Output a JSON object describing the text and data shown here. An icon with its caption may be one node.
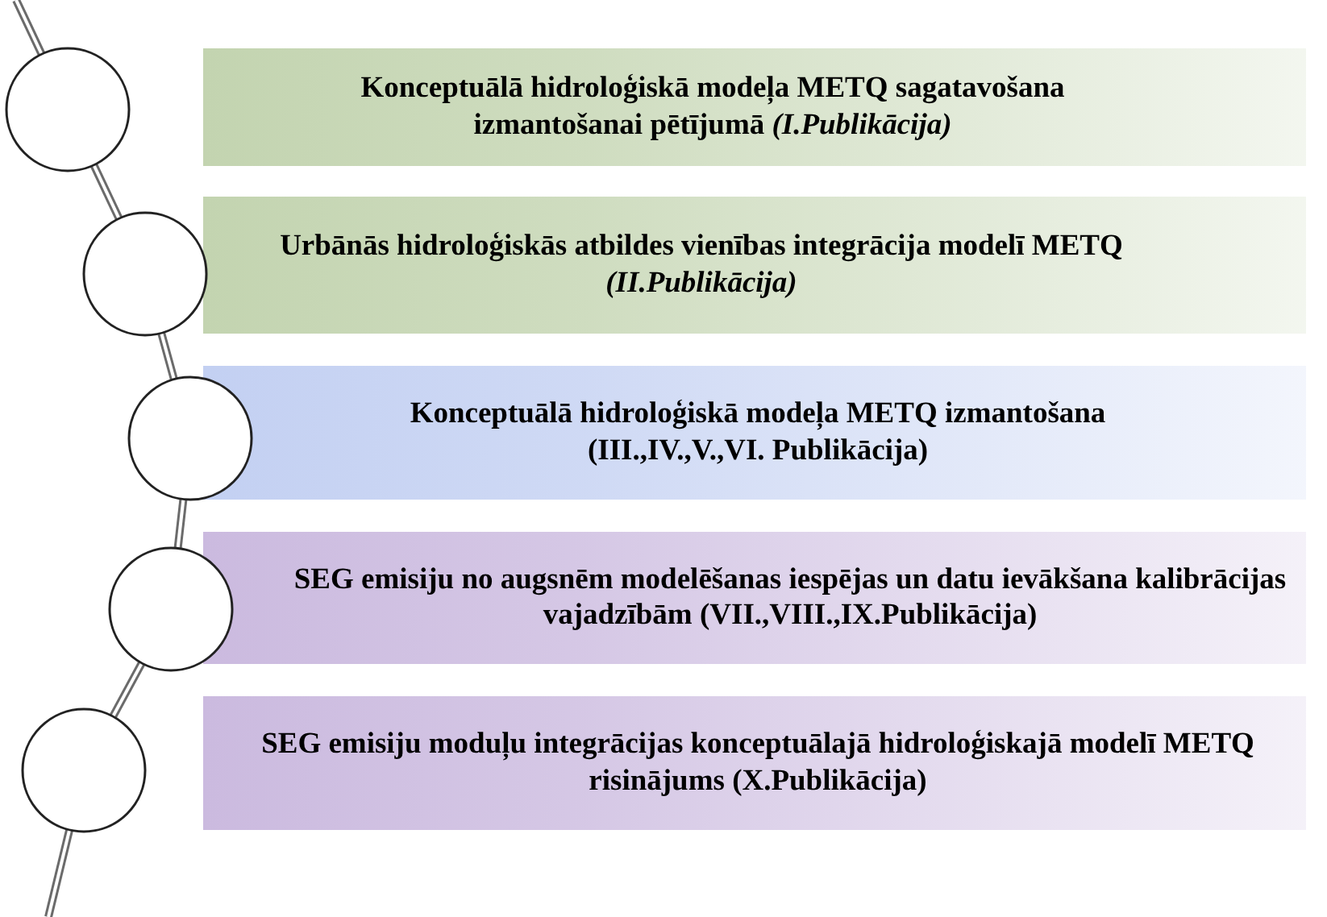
{
  "diagram": {
    "nodes": [
      {
        "text": [],
        "shape": "circle"
      },
      {
        "text": [
          "Konceptuālā hidroloģiskā modeļa METQ sagatavošana izmantošanai pētījumā *(I.Publikācija)*"
        ]
      },
      {
        "text": [],
        "shape": "circle"
      },
      {
        "text": [
          "Urbānās hidroloģiskās atbildes vienības integrācija modelī METQ *(II.Publikācija)*"
        ]
      },
      {
        "text": [],
        "shape": "circle"
      },
      {
        "text": [
          "Konceptuālā hidroloģiskā modeļa METQ izmantošana (III.,IV.,V.,VI. Publikācija)"
        ]
      },
      {
        "text": [],
        "shape": "circle"
      },
      {
        "text": [
          "SEG emisiju no augsnēm modelēšanas iespējas un datu ievākšana kalibrācijas vajadzībām (VII.,VIII.,IX.Publikācija)"
        ]
      },
      {
        "text": [],
        "shape": "circle"
      },
      {
        "text": [
          "SEG emisiju moduļu integrācijas konceptuālajā hidroloģiskajā modelī METQ risinājums (X.Publikācija)"
        ]
      }
    ],
    "edges": [
      {
        "from": null,
        "to": 0,
        "arrow": "none"
      },
      {
        "from": 0,
        "to": 2,
        "arrow": "none"
      },
      {
        "from": 2,
        "to": 4,
        "arrow": "none"
      },
      {
        "from": 4,
        "to": 6,
        "arrow": "none"
      },
      {
        "from": 6,
        "to": 8,
        "arrow": "none"
      },
      {
        "from": 8,
        "to": null,
        "arrow": "none"
      }
    ]
  }
}
